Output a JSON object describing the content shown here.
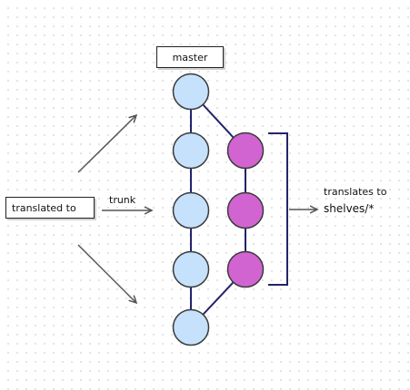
{
  "labels": {
    "master": "master",
    "translated_to": "translated to",
    "trunk": "trunk",
    "translates_to": "translates to",
    "shelves": "shelves/*"
  },
  "nodes": {
    "trunk_commits": 5,
    "shelf_commits": 3
  },
  "colors": {
    "trunk_fill": "#c6e1fb",
    "trunk_stroke": "#3b3b3b",
    "shelf_fill": "#d264d2",
    "shelf_stroke": "#3b3b3b",
    "edge": "#22236b",
    "bracket": "#22236b",
    "arrow": "#555555"
  }
}
